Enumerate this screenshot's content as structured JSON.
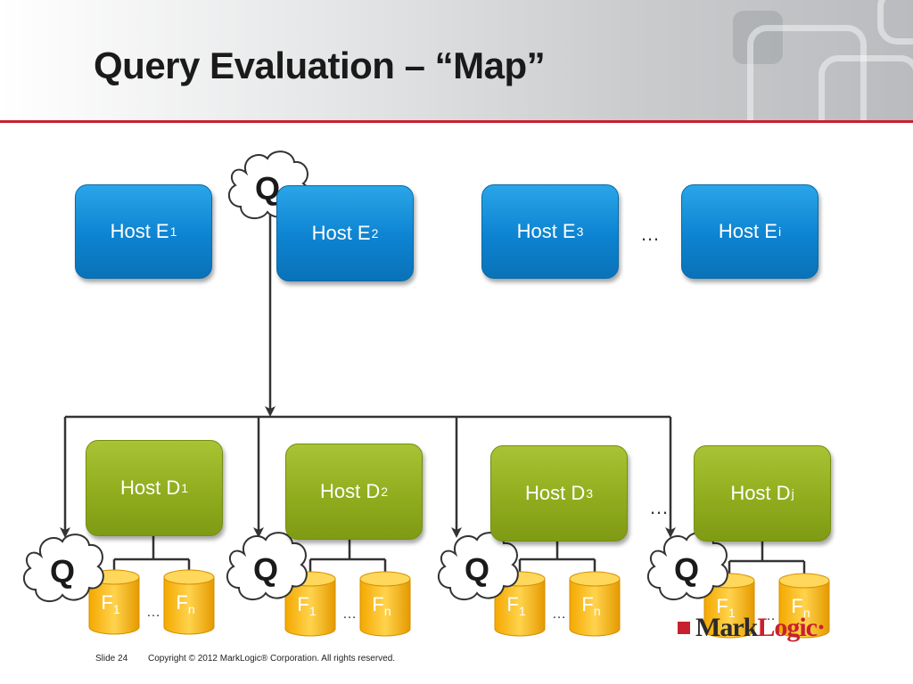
{
  "slide": {
    "title": "Query Evaluation – “Map”",
    "footer_slide": "Slide 24",
    "footer_copyright": "Copyright © 2012 MarkLogic® Corporation. All rights reserved.",
    "accent_color": "#c8202f"
  },
  "diagram": {
    "e_hosts": [
      {
        "label": "Host E",
        "sub": "1"
      },
      {
        "label": "Host E",
        "sub": "2"
      },
      {
        "label": "Host E",
        "sub": "3"
      },
      {
        "label": "Host E",
        "sub": "i"
      }
    ],
    "d_hosts": [
      {
        "label": "Host D",
        "sub": "1"
      },
      {
        "label": "Host D",
        "sub": "2"
      },
      {
        "label": "Host D",
        "sub": "3"
      },
      {
        "label": "Host D",
        "sub": "j"
      }
    ],
    "ellipsis": "…",
    "query_label": "Q",
    "forest_first": {
      "label": "F",
      "sub": "1"
    },
    "forest_last": {
      "label": "F",
      "sub": "n"
    },
    "e_color": "#0d83d1",
    "d_color": "#91ad1e",
    "forest_color": "#f5b400"
  },
  "logo": {
    "text_main": "Mark",
    "text_accent": "Logic",
    "mark": "·"
  }
}
